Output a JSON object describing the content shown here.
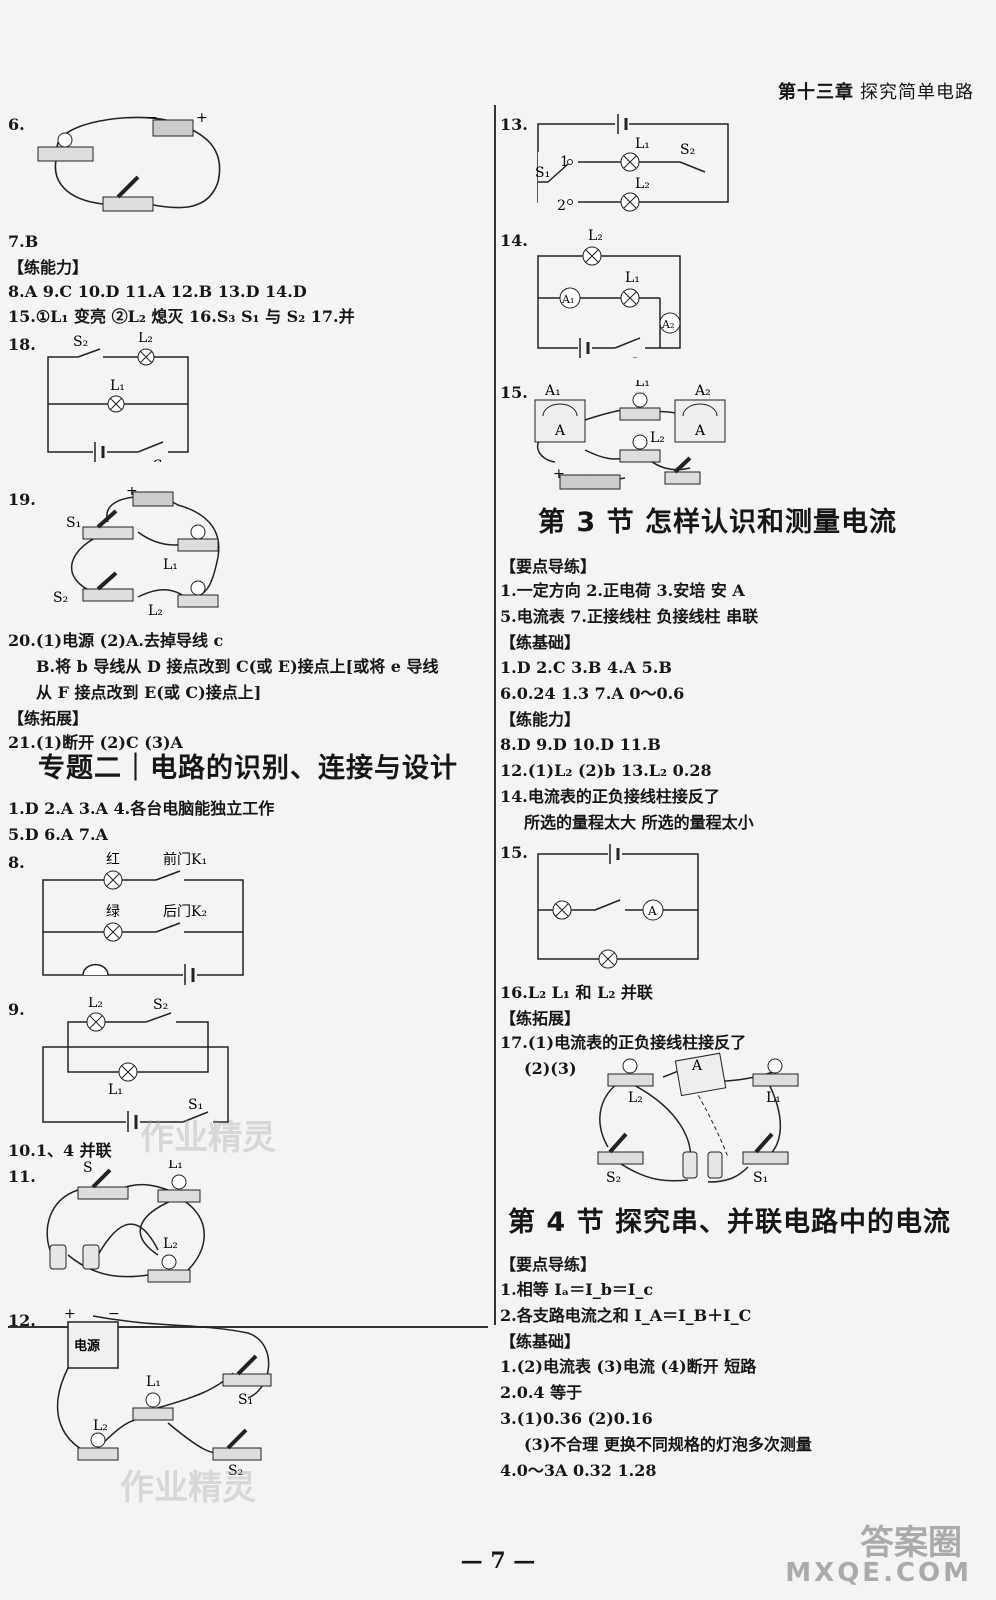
{
  "header": {
    "chapter": "第十三章",
    "title": "探究简单电路"
  },
  "left": {
    "q6": "6.",
    "q7": "7.B",
    "sec_nengli": "【练能力】",
    "l8": "8.A  9.C  10.D  11.A  12.B  13.D  14.D",
    "l15": "15.①L₁ 变亮  ②L₂ 熄灭  16.S₃  S₁ 与 S₂  17.并",
    "q18": "18.",
    "q19": "19.",
    "l20a": "20.(1)电源  (2)A.去掉导线 c",
    "l20b": "B.将 b 导线从 D 接点改到 C(或 E)接点上[或将 e 导线",
    "l20c": "从 F 接点改到 E(或 C)接点上]",
    "sec_tuozhan": "【练拓展】",
    "l21": "21.(1)断开  (2)C  (3)A",
    "topic_title": "专题二｜电路的识别、连接与设计",
    "t1": "1.D  2.A  3.A  4.各台电脑能独立工作",
    "t5": "5.D  6.A  7.A",
    "q8": "8.",
    "q9": "9.",
    "t10": "10.1、4  并联",
    "q11": "11.",
    "q12": "12."
  },
  "right": {
    "q13": "13.",
    "q14": "14.",
    "q15a": "15.",
    "sec3_title": "第 3 节  怎样认识和测量电流",
    "sec_yaodian": "【要点导练】",
    "r1": "1.一定方向  2.正电荷  3.安培  安  A",
    "r5": "5.电流表  7.正接线柱  负接线柱  串联",
    "sec_jichu": "【练基础】",
    "r1b": "1.D  2.C  3.B  4.A  5.B",
    "r6": "6.0.24  1.3  7.A  0～0.6",
    "sec_nengli": "【练能力】",
    "r8": "8.D  9.D  10.D  11.B",
    "r12": "12.(1)L₂  (2)b       13.L₂  0.28",
    "r14a": "14.电流表的正负接线柱接反了",
    "r14b": "所选的量程太大  所选的量程太小",
    "q15b": "15.",
    "r16": "16.L₂  L₁ 和 L₂  并联",
    "sec_tuozhan": "【练拓展】",
    "r17a": "17.(1)电流表的正负接线柱接反了",
    "r17b": "(2)(3)",
    "sec4_title": "第 4 节  探究串、并联电路中的电流",
    "sec_yaodian2": "【要点导练】",
    "s1": "1.相等  Iₐ＝I_b＝I_c",
    "s2": "2.各支路电流之和  I_A＝I_B＋I_C",
    "sec_jichu2": "【练基础】",
    "s1b": "1.(2)电流表  (3)电流  (4)断开  短路",
    "s2b": "2.0.4  等于",
    "s3a": "3.(1)0.36  (2)0.16",
    "s3b": "(3)不合理  更换不同规格的灯泡多次测量",
    "s4": "4.0～3A  0.32  1.28"
  },
  "labels": {
    "L1": "L₁",
    "L2": "L₂",
    "S": "S",
    "S1": "S₁",
    "S2": "S₂",
    "A": "A",
    "A1": "A₁",
    "A2": "A₂",
    "n1": "1",
    "n2": "2",
    "red": "红",
    "green": "绿",
    "front": "前门K₁",
    "back": "后门K₂",
    "power": "电源",
    "plus": "+",
    "minus": "−"
  },
  "page_number": "— 7 —",
  "watermarks": {
    "wm1": "作业精灵",
    "wm2": "答案圈",
    "wm3": "MXQE.COM"
  }
}
